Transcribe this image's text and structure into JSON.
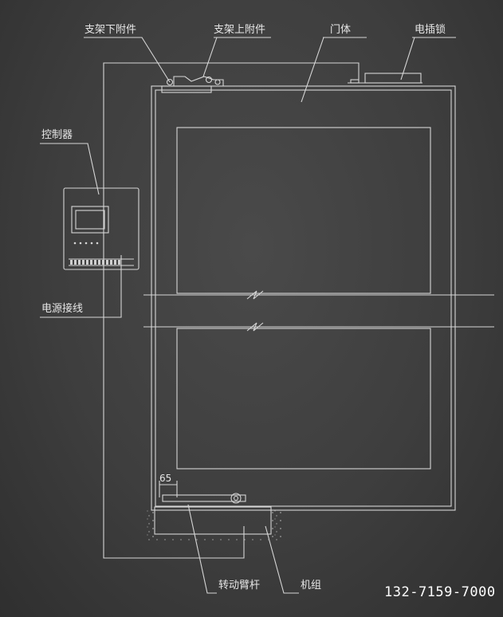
{
  "diagram": {
    "labels": {
      "bracket_lower": "支架下附件",
      "bracket_upper": "支架上附件",
      "door_body": "门体",
      "electric_lock": "电插锁",
      "controller": "控制器",
      "power_wiring": "电源接线",
      "rotating_arm": "转动臂杆",
      "unit": "机组",
      "dimension_65": "65"
    },
    "contact_phone": "132-7159-7000",
    "colors": {
      "background": "#3e3e3e",
      "line": "#d8d8d8",
      "text": "#e6e6e6"
    }
  }
}
